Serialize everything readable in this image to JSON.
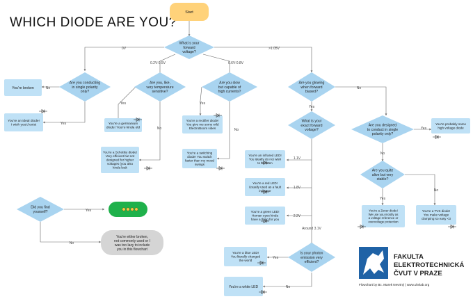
{
  "title": "WHICH DIODE ARE  YOU?",
  "nodes": {
    "start": "Start",
    "q_forward_voltage": [
      "What is your",
      "forward",
      "voltage?"
    ],
    "q_single_polarity": [
      "Are you conducting",
      "in single polarity",
      "only?"
    ],
    "r_broken": "You're broken",
    "r_ideal": [
      "You're an ideal diode!",
      "I wish you'd exist"
    ],
    "q_temperature": [
      "Are you, like,",
      "very temperature",
      "sensitive?"
    ],
    "r_germanium": [
      "You're a germanium",
      "diode! You're kinda old"
    ],
    "r_schottky": [
      "You're a Schottky diode!",
      "Very efficient but not",
      "designed for higher",
      "voltages (you also",
      "kinda leak"
    ],
    "q_high_currents": [
      "Are you slow",
      "but capable of",
      "high currents?"
    ],
    "r_rectifier": [
      "You're a rectifier diode!",
      "You give me some wild",
      "ElectroBoom vibes"
    ],
    "r_switching": [
      "You're a switching",
      "diode! You switch",
      "faster than my mood",
      "swings"
    ],
    "q_glowing": [
      "Are you glowing",
      "when forward",
      "biased?"
    ],
    "q_exact_voltage": [
      "What is your",
      "exact forward",
      "voltage?"
    ],
    "r_infrared": [
      "You're an infrared LED!",
      "You ideally do not wish",
      "to be seen"
    ],
    "r_red": [
      "You're a red LED!",
      "Usually used as a fault",
      "indicator"
    ],
    "r_green": [
      "You're a green LED!",
      "Human eyes kinda",
      "have a thing for you"
    ],
    "q_efficient": [
      "Is your photon",
      "emission very",
      "efficient?"
    ],
    "r_blue": [
      "You're a blue LED!",
      "You literally changed",
      "the world"
    ],
    "r_white": "You're a white LED",
    "q_single_conduct": [
      "Are you designed",
      "to conduct in single",
      "polarity only?"
    ],
    "r_high_voltage": [
      "You're probably some",
      "high voltage diode"
    ],
    "q_stable": [
      "Are you quite",
      "alive but very",
      "stable?"
    ],
    "r_zener": [
      "You're a Zener diode!",
      "We use you mostly as",
      "a voltage reference or",
      "overvoltage protection"
    ],
    "r_tvs": [
      "You're a TVS diode!",
      "You make voltage",
      "clamping so easy <3"
    ],
    "q_found": [
      "Did you find",
      "yourself?"
    ],
    "r_neither": [
      "You're either broken,",
      "not commonly used or I",
      "was too lazy to include",
      "you in this flowchart"
    ]
  },
  "edges": {
    "v0": "0V",
    "v02": "0.2V-0.5V",
    "v06": "0.6V-0.8V",
    "v1": ">1.05V",
    "yes": "Yes",
    "no": "No",
    "v11": "1.1V",
    "v18": "1.8V",
    "v22": "2.2V",
    "around": "Around 3.1V"
  },
  "footer": {
    "faculty_lines": [
      "FAKULTA",
      "ELEKTROTECHNICKÁ",
      "ČVUT V PRAZE"
    ],
    "credit": "Flowchart by Bc. Marek Nevrtný | www.uhvlab.org"
  },
  "colors": {
    "diamond": "#a9d4f0",
    "box": "#bfe1f6",
    "start": "#ffd27a",
    "success": "#1fb14b",
    "end_box": "#d5d5d5",
    "line": "#666666",
    "logo": "#1f62a6"
  }
}
